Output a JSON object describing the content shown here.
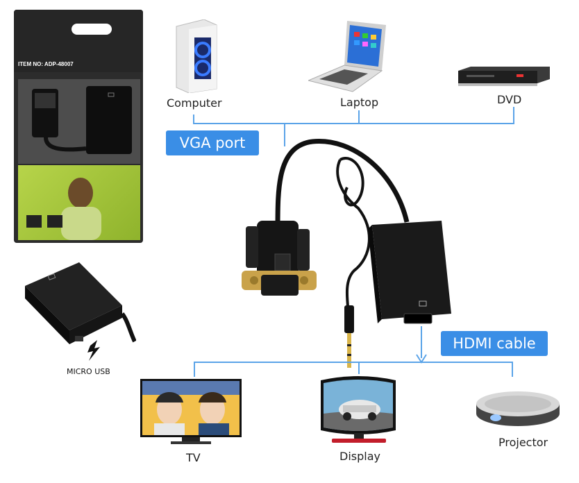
{
  "package": {
    "item_no": "ITEM NO: ADP-48007"
  },
  "top_devices": [
    {
      "name": "computer",
      "label": "Computer"
    },
    {
      "name": "laptop",
      "label": "Laptop"
    },
    {
      "name": "dvd",
      "label": "DVD"
    }
  ],
  "vga_port_label": "VGA port",
  "hdmi_cable_label": "HDMI cable",
  "micro_usb_label": "MICRO USB",
  "bottom_devices": [
    {
      "name": "tv",
      "label": "TV"
    },
    {
      "name": "display",
      "label": "Display"
    },
    {
      "name": "projector",
      "label": "Projector"
    }
  ],
  "colors": {
    "accent": "#3a8ee6",
    "line": "#5aa3e8",
    "package_green": "#9cc23a"
  }
}
